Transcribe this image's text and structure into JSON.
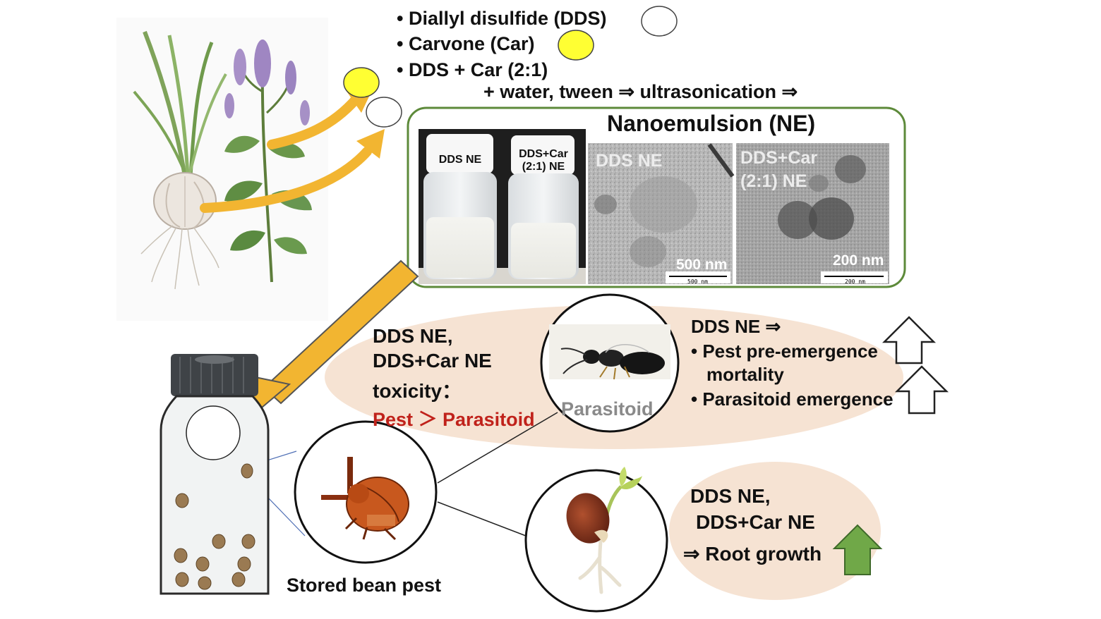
{
  "ingredients": [
    {
      "label": "Diallyl disulfide (DDS)",
      "marker_color": "#ffffff"
    },
    {
      "label": "Carvone (Car)",
      "marker_color": "#ffff33"
    },
    {
      "label": "DDS + Car (2:1)"
    }
  ],
  "process_step": "+ water, tween ⇒ ultrasonication ⇒",
  "nanoemulsion": {
    "title": "Nanoemulsion (NE)",
    "vial_labels": [
      "DDS NE",
      "DDS+Car\n(2:1) NE"
    ],
    "tem_panels": [
      {
        "label": "DDS NE",
        "scale": "500 nm",
        "scale_small": "500 nm"
      },
      {
        "label_line1": "DDS+Car",
        "label_line2": "(2:1) NE",
        "scale": "200 nm",
        "scale_small": "200 nm"
      }
    ]
  },
  "toxicity": {
    "line1": "DDS NE,",
    "line2": "DDS+Car NE",
    "line3": "toxicity：",
    "comparison": "Pest ＞ Parasitoid"
  },
  "parasitoid_label": "Parasitoid",
  "effects": {
    "heading": "DDS NE ⇒",
    "item1_line1": "Pest pre-emergence",
    "item1_line2": "mortality",
    "item2": "Parasitoid emergence"
  },
  "root": {
    "line1": "DDS NE,",
    "line2": "DDS+Car NE",
    "line3": "⇒ Root growth"
  },
  "pest_label": "Stored bean pest",
  "colors": {
    "oval_fill": "#f6e3d3",
    "arrow_orange": "#f2b531",
    "box_border": "#5d8a3a",
    "up_arrow_green": "#70a848",
    "red_text": "#c0221b"
  }
}
